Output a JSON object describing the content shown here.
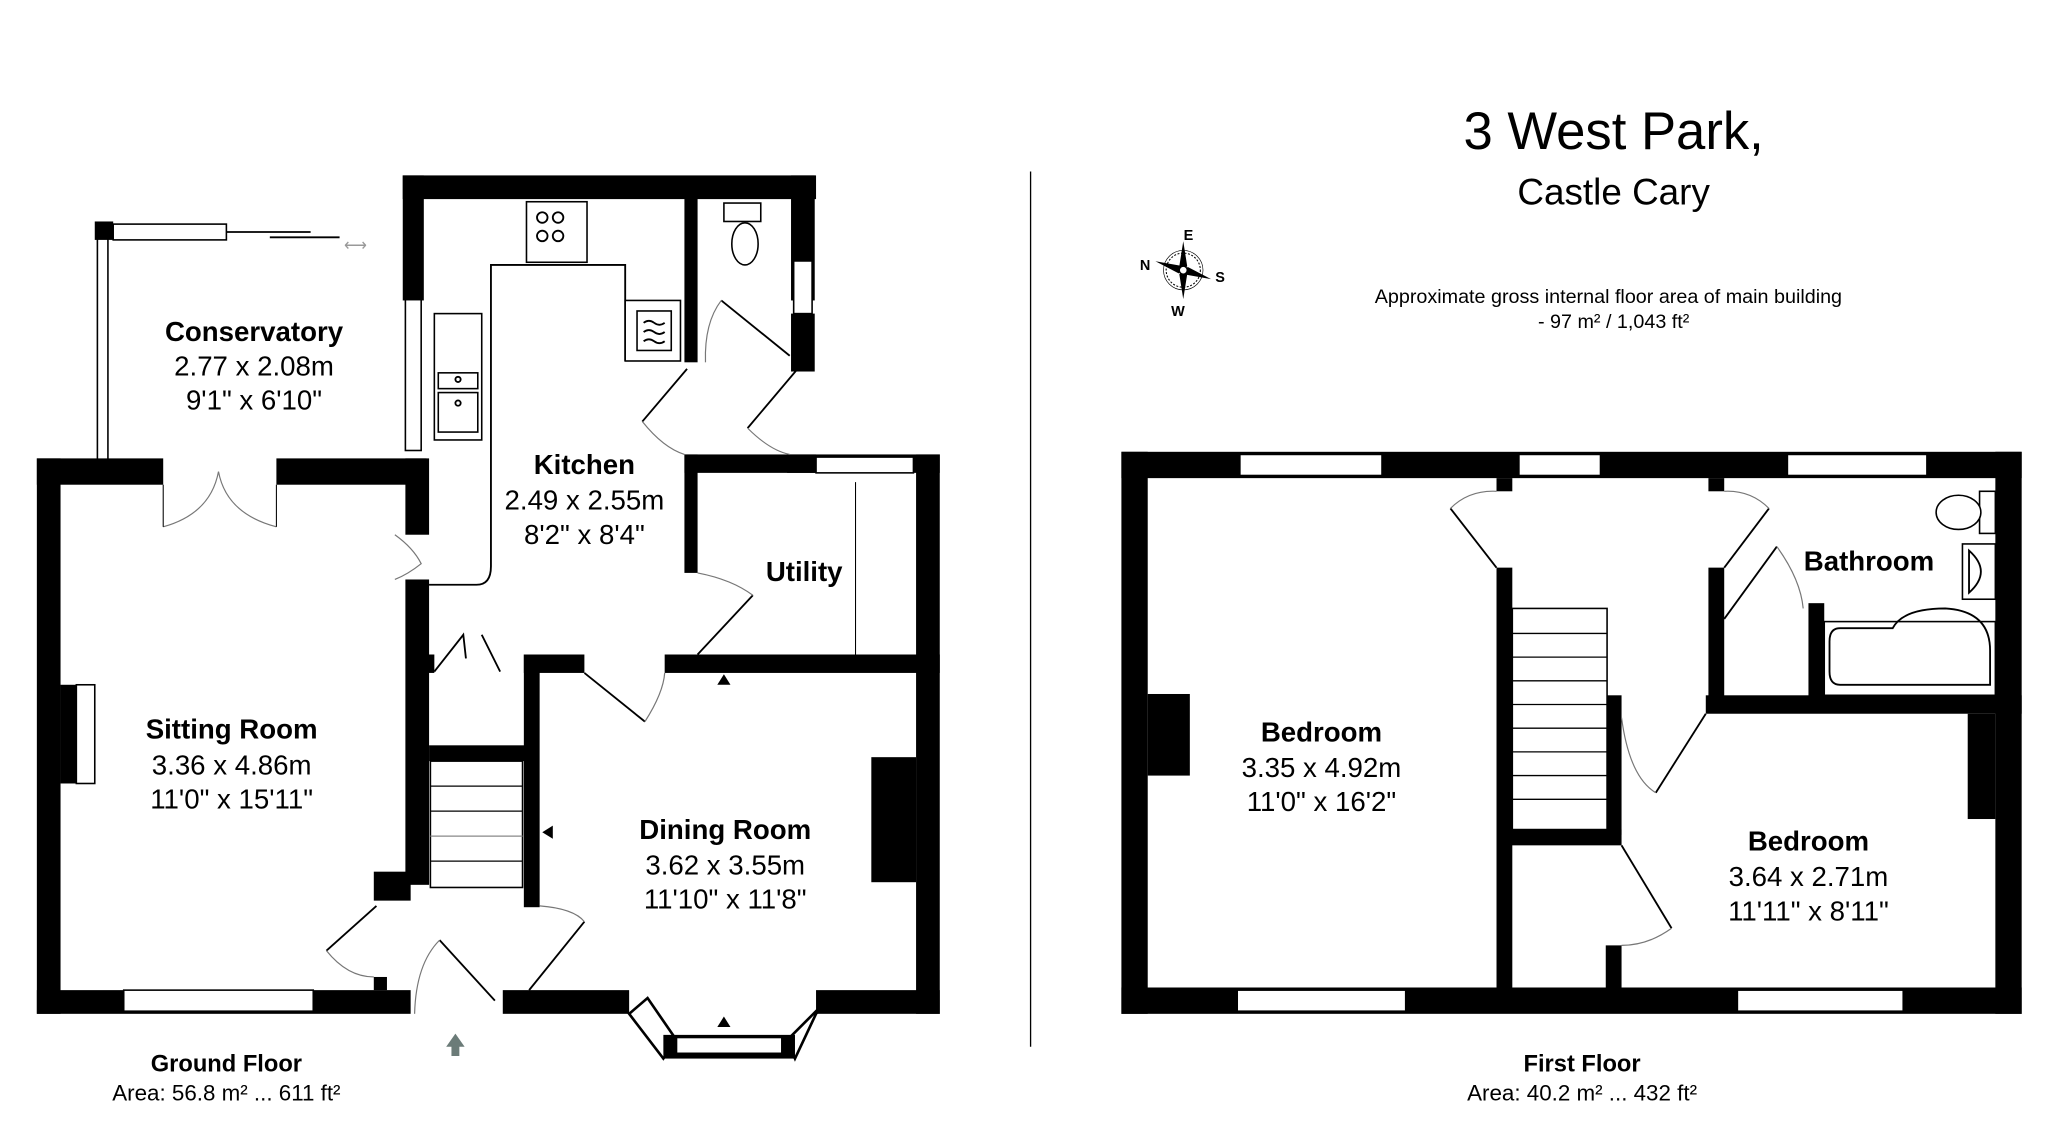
{
  "header": {
    "title": "3 West Park,",
    "subtitle": "Castle Cary",
    "area_note_line1": "Approximate gross internal floor area of main building",
    "area_note_line2": "-  97 m² /  1,043 ft²"
  },
  "compass": {
    "icon": "compass-rose-icon",
    "north": "N",
    "east": "E",
    "south": "S",
    "west": "W"
  },
  "ground_floor": {
    "label": "Ground Floor",
    "area": "Area: 56.8 m² ... 611 ft²",
    "entrance_icon": "entrance-arrow-icon",
    "entrance_color": "#6b7b78",
    "rooms": [
      {
        "name": "Conservatory",
        "metric": "2.77 x 2.08m",
        "imperial": "9'1\" x 6'10\""
      },
      {
        "name": "Kitchen",
        "metric": "2.49 x 2.55m",
        "imperial": "8'2\" x 8'4\""
      },
      {
        "name": "Utility",
        "metric": "",
        "imperial": ""
      },
      {
        "name": "Sitting Room",
        "metric": "3.36 x 4.86m",
        "imperial": "11'0\" x 15'11\""
      },
      {
        "name": "Dining Room",
        "metric": "3.62 x 3.55m",
        "imperial": "11'10\" x 11'8\""
      }
    ]
  },
  "first_floor": {
    "label": "First Floor",
    "area": "Area: 40.2 m² ... 432 ft²",
    "rooms": [
      {
        "name": "Bathroom",
        "metric": "",
        "imperial": ""
      },
      {
        "name": "Bedroom",
        "metric": "3.35 x 4.92m",
        "imperial": "11'0\" x 16'2\""
      },
      {
        "name": "Bedroom",
        "metric": "3.64 x 2.71m",
        "imperial": "11'11\" x 8'11\""
      }
    ]
  }
}
